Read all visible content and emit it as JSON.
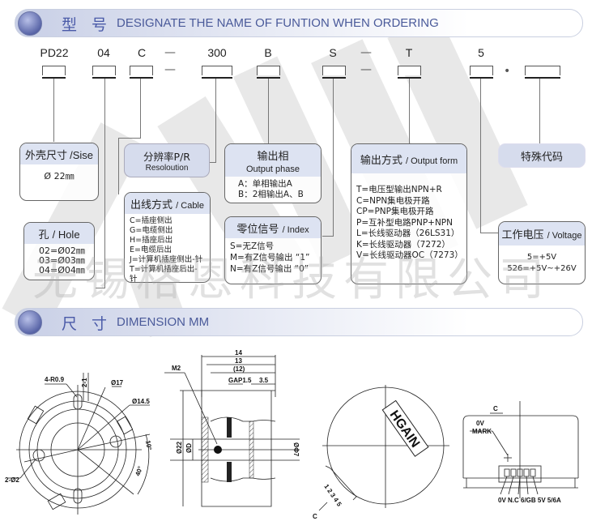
{
  "section1": {
    "cn": "型 号",
    "en": "DESIGNATE THE NAME OF FUNTION  WHEN ORDERING"
  },
  "section2": {
    "cn": "尺 寸",
    "en": "DIMENSION   MM"
  },
  "codes": {
    "c1": "PD22",
    "c2": "04",
    "c3": "C",
    "dash": "—",
    "c4": "300",
    "c5": "B",
    "c6": "S",
    "c7": "T",
    "c8": "5",
    "dot": "•"
  },
  "boxes": {
    "size": {
      "title_cn": "外壳尺寸",
      "title_en": "/Sise",
      "lines": [
        "Ø 22㎜"
      ]
    },
    "resolution": {
      "title_cn": "分辨率P/R",
      "title_en": "Resoloution"
    },
    "hole": {
      "title_cn": "孔",
      "title_en": "/ Hole",
      "lines": [
        "02=Ø02㎜",
        "03=Ø03㎜",
        "04=Ø04㎜"
      ]
    },
    "cable": {
      "title_cn": "出线方式",
      "title_en": "/ Cable",
      "lines": [
        "C=插座侧出",
        "G=电缆侧出",
        "H=插座后出",
        "E=电缆后出",
        "J=计算机插座侧出-针",
        "T=计算机插座后出-针"
      ]
    },
    "phase": {
      "title_cn": "输出相",
      "title_en": "Output phase",
      "lines": [
        "A：单相输出A",
        "B：2相输出A、B"
      ]
    },
    "index": {
      "title_cn": "零位信号",
      "title_en": "/ Index",
      "lines": [
        "S=无Z信号",
        "M=有Z信号输出 “1”",
        "N=有Z信号输出 “0”"
      ]
    },
    "output": {
      "title_cn": "输出方式",
      "title_en": "/ Output form",
      "lines": [
        "T=电压型输出NPN+R",
        "C=NPN集电极开路",
        "CP=PNP集电极开路",
        "P=互补型电路PNP+NPN",
        "L=长线驱动器（26LS31）",
        "K=长线驱动器（7272）",
        "V=长线驱动器OC（7273）"
      ]
    },
    "special": {
      "title_cn": "特殊代码"
    },
    "voltage": {
      "title_cn": "工作电压",
      "title_en": "/ Voltage",
      "lines": [
        "5=+5V",
        "526=+5V~+26V"
      ]
    }
  },
  "watermark": {
    "text": "无锡格恩科技有限公司",
    "logo": "HGAIN"
  },
  "drawing": {
    "front": {
      "r": "4-R0.9",
      "d21": "2-1",
      "d17": "Ø17",
      "d145": "Ø14.5",
      "a10": "10°",
      "a40": "40°",
      "d2": "2-Ø2"
    },
    "side": {
      "w14": "14",
      "w13": "13",
      "w12": "(12)",
      "gap": "GAP1.5",
      "w35": "3.5",
      "m2": "M2",
      "d22": "Ø22",
      "dd": "ØD",
      "shaft": "ØΦ7"
    },
    "back": {
      "logo": "HGAIN",
      "pins": "1 2 3 4 5",
      "c": "C"
    },
    "connector": {
      "title": "C",
      "mark1": "0V",
      "mark2": "MARK",
      "pins": "0V N.C 6/GB 5V 5/6A"
    }
  }
}
